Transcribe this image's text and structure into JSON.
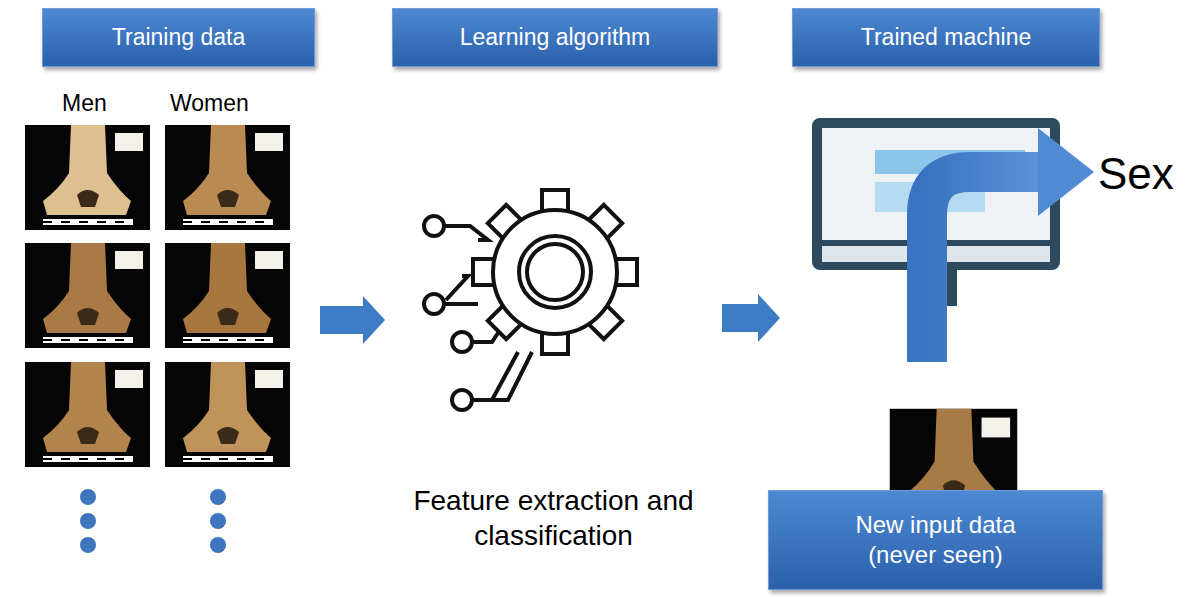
{
  "diagram": {
    "nodes": [
      {
        "text": [
          "Training data"
        ]
      },
      {
        "text": [
          "Learning algorithm"
        ]
      },
      {
        "text": [
          "Trained machine"
        ]
      },
      {
        "text": [
          "Men",
          "Women"
        ]
      },
      {
        "text": [
          "Feature extraction and classification"
        ]
      },
      {
        "text": [
          "Sex"
        ]
      },
      {
        "text": [
          "New input data (never seen)"
        ]
      }
    ],
    "edges": [
      {
        "from": 3,
        "to": 4,
        "arrow": "to"
      },
      {
        "from": 4,
        "to": 5,
        "arrow": "to"
      }
    ]
  }
}
